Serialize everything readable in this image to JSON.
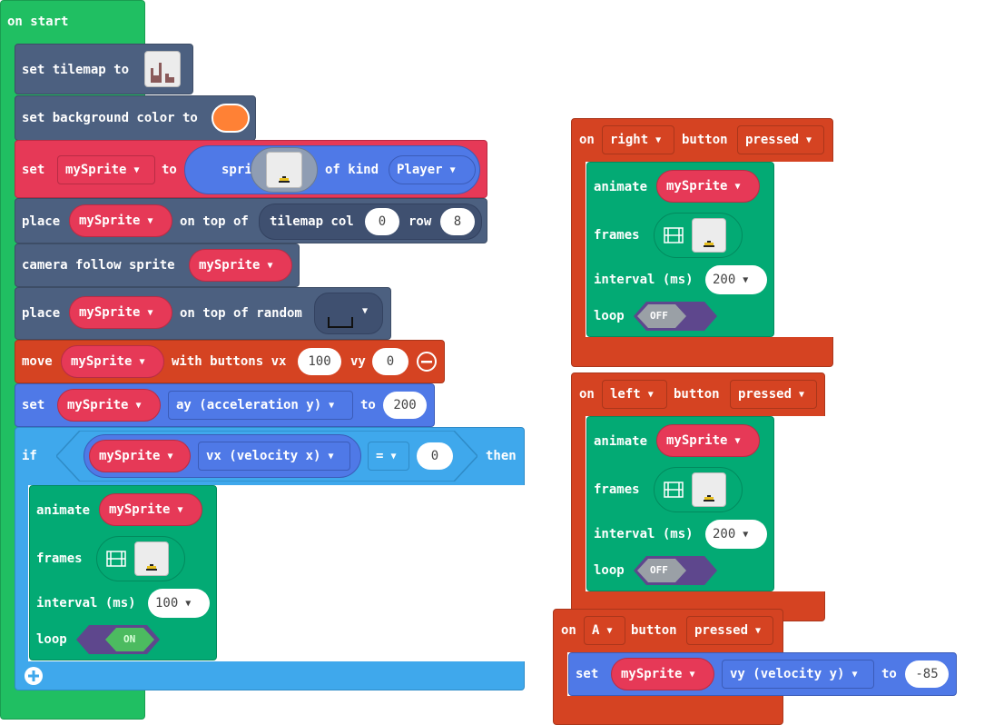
{
  "colors": {
    "on_start": "#20bf62",
    "scene": "#4c6080",
    "sprites": "#e63957",
    "controller": "#d54322",
    "logic": "#3fa8ec",
    "animation": "#03aa74",
    "sprite_pill": "#4f79e7",
    "var_pill": "#e63957"
  },
  "on_start": {
    "label": "on start",
    "set_tilemap": "set tilemap to",
    "set_background": "set background color to",
    "set_sprite": {
      "set": "set",
      "var": "mySprite",
      "to": "to",
      "sprite": "sprite",
      "of_kind": "of kind",
      "kind": "Player"
    },
    "place_tile": {
      "place": "place",
      "var": "mySprite",
      "on_top_of": "on top of",
      "tilemap_col": "tilemap col",
      "col": "0",
      "row_label": "row",
      "row": "8"
    },
    "camera": {
      "label": "camera follow sprite",
      "var": "mySprite"
    },
    "place_random": {
      "place": "place",
      "var": "mySprite",
      "on_top_of_random": "on top of random"
    },
    "move": {
      "move": "move",
      "var": "mySprite",
      "with_buttons_vx": "with buttons vx",
      "vx": "100",
      "vy_label": "vy",
      "vy": "0"
    },
    "set_ay": {
      "set": "set",
      "var": "mySprite",
      "prop": "ay (acceleration y)",
      "to": "to",
      "value": "200"
    },
    "if_block": {
      "if": "if",
      "var": "mySprite",
      "prop": "vx (velocity x)",
      "op": "=",
      "value": "0",
      "then": "then"
    },
    "animate": {
      "animate": "animate",
      "var": "mySprite",
      "frames": "frames",
      "interval": "interval (ms)",
      "interval_value": "100",
      "loop": "loop",
      "loop_state": "ON"
    }
  },
  "on_right": {
    "on": "on",
    "button": "right",
    "button_label": "button",
    "event": "pressed",
    "animate": "animate",
    "var": "mySprite",
    "frames": "frames",
    "interval": "interval (ms)",
    "interval_value": "200",
    "loop": "loop",
    "loop_state": "OFF"
  },
  "on_left": {
    "on": "on",
    "button": "left",
    "button_label": "button",
    "event": "pressed",
    "animate": "animate",
    "var": "mySprite",
    "frames": "frames",
    "interval": "interval (ms)",
    "interval_value": "200",
    "loop": "loop",
    "loop_state": "OFF"
  },
  "on_a": {
    "on": "on",
    "button": "A",
    "button_label": "button",
    "event": "pressed",
    "set": "set",
    "var": "mySprite",
    "prop": "vy (velocity y)",
    "to": "to",
    "value": "-85"
  }
}
